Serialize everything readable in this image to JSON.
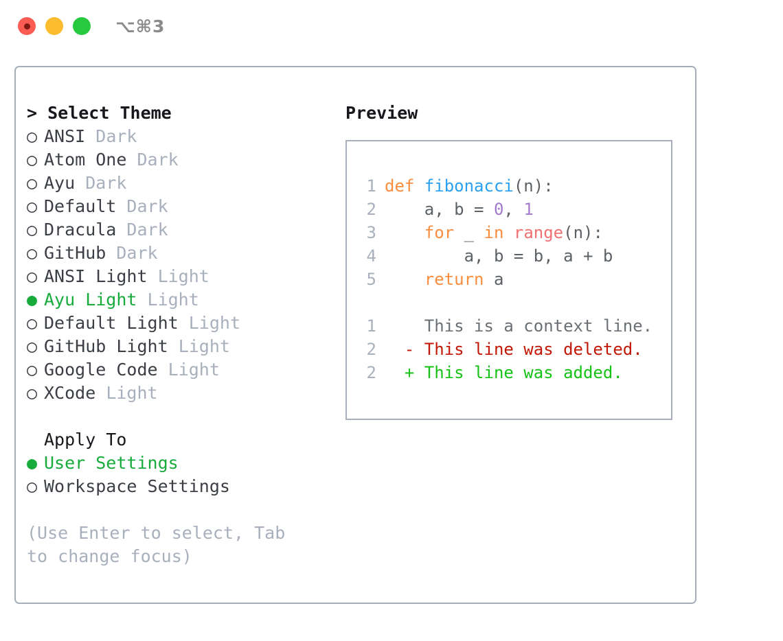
{
  "window": {
    "title": "⌥⌘3",
    "traffic_lights": [
      "close",
      "minimize",
      "maximize"
    ]
  },
  "colors": {
    "panel_border": "#a6aebc",
    "accent_green": "#17ab3c",
    "muted": "#a8b0bd",
    "text": "#3b3f45",
    "keyword_orange": "#fa8d3e",
    "function_blue": "#29a0f0",
    "number_purple": "#a37acc",
    "builtin_red": "#f07171",
    "diff_deleted": "#c21807",
    "diff_added": "#16c216"
  },
  "theme_list": {
    "heading": "> Select Theme",
    "selected_marker": "●",
    "unselected_marker": "○",
    "items": [
      {
        "name": "ANSI",
        "variant": "Dark",
        "selected": false
      },
      {
        "name": "Atom One",
        "variant": "Dark",
        "selected": false
      },
      {
        "name": "Ayu",
        "variant": "Dark",
        "selected": false
      },
      {
        "name": "Default",
        "variant": "Dark",
        "selected": false
      },
      {
        "name": "Dracula",
        "variant": "Dark",
        "selected": false
      },
      {
        "name": "GitHub",
        "variant": "Dark",
        "selected": false
      },
      {
        "name": "ANSI Light",
        "variant": "Light",
        "selected": false
      },
      {
        "name": "Ayu Light",
        "variant": "Light",
        "selected": true
      },
      {
        "name": "Default Light",
        "variant": "Light",
        "selected": false
      },
      {
        "name": "GitHub Light",
        "variant": "Light",
        "selected": false
      },
      {
        "name": "Google Code",
        "variant": "Light",
        "selected": false
      },
      {
        "name": "XCode",
        "variant": "Light",
        "selected": false
      }
    ]
  },
  "apply_to": {
    "heading": "Apply To",
    "items": [
      {
        "name": "User Settings",
        "selected": true
      },
      {
        "name": "Workspace Settings",
        "selected": false
      }
    ]
  },
  "hint": "(Use Enter to select, Tab to change focus)",
  "preview": {
    "heading": "Preview",
    "code_lines": [
      {
        "num": "1",
        "indent": "",
        "tokens": [
          {
            "t": "def",
            "c": "kw"
          },
          {
            "t": " ",
            "c": "pl"
          },
          {
            "t": "fibonacci",
            "c": "fn"
          },
          {
            "t": "(n):",
            "c": "pl"
          }
        ]
      },
      {
        "num": "2",
        "indent": "    ",
        "tokens": [
          {
            "t": "a, b = ",
            "c": "pl"
          },
          {
            "t": "0",
            "c": "num"
          },
          {
            "t": ", ",
            "c": "pl"
          },
          {
            "t": "1",
            "c": "num"
          }
        ]
      },
      {
        "num": "3",
        "indent": "    ",
        "tokens": [
          {
            "t": "for",
            "c": "kw"
          },
          {
            "t": " _ ",
            "c": "pl"
          },
          {
            "t": "in",
            "c": "kw"
          },
          {
            "t": " ",
            "c": "pl"
          },
          {
            "t": "range",
            "c": "bi"
          },
          {
            "t": "(n):",
            "c": "pl"
          }
        ]
      },
      {
        "num": "4",
        "indent": "        ",
        "tokens": [
          {
            "t": "a, b = b, a + b",
            "c": "pl"
          }
        ]
      },
      {
        "num": "5",
        "indent": "    ",
        "tokens": [
          {
            "t": "return",
            "c": "kw"
          },
          {
            "t": " a",
            "c": "pl"
          }
        ]
      }
    ],
    "diff_lines": [
      {
        "num": "1",
        "prefix": "  ",
        "text": "This is a context line.",
        "kind": "context"
      },
      {
        "num": "2",
        "prefix": "- ",
        "text": "This line was deleted.",
        "kind": "deleted"
      },
      {
        "num": "2",
        "prefix": "+ ",
        "text": "This line was added.",
        "kind": "added"
      }
    ]
  }
}
